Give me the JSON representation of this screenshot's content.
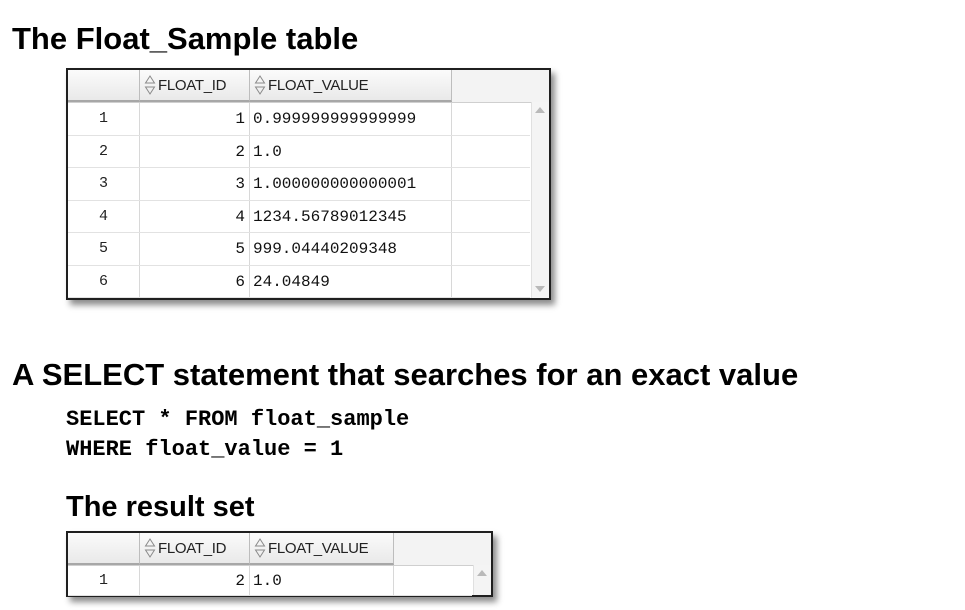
{
  "headings": {
    "table_title": "The Float_Sample table",
    "select_title": "A SELECT statement that searches for an exact value",
    "result_title": "The result set"
  },
  "sql": {
    "line1": "SELECT * FROM float_sample",
    "line2": "WHERE float_value = 1"
  },
  "float_sample_grid": {
    "columns": [
      "FLOAT_ID",
      "FLOAT_VALUE"
    ],
    "rows": [
      {
        "num": "1",
        "id": "1",
        "value": "0.999999999999999"
      },
      {
        "num": "2",
        "id": "2",
        "value": "1.0"
      },
      {
        "num": "3",
        "id": "3",
        "value": "1.000000000000001"
      },
      {
        "num": "4",
        "id": "4",
        "value": "1234.56789012345"
      },
      {
        "num": "5",
        "id": "5",
        "value": "999.04440209348"
      },
      {
        "num": "6",
        "id": "6",
        "value": "24.04849"
      }
    ]
  },
  "result_grid": {
    "columns": [
      "FLOAT_ID",
      "FLOAT_VALUE"
    ],
    "rows": [
      {
        "num": "1",
        "id": "2",
        "value": "1.0"
      }
    ]
  },
  "icons": {
    "sort": "sort-arrows-icon",
    "scroll_up": "scroll-up-arrow-icon",
    "scroll_down": "scroll-down-arrow-icon"
  }
}
